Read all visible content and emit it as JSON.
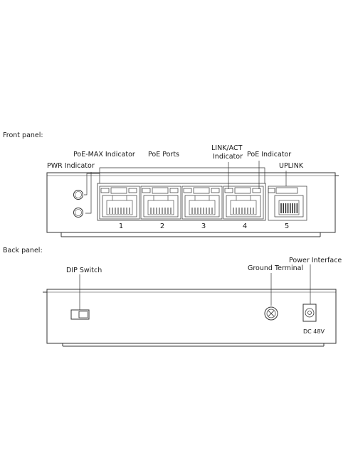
{
  "front_panel": {
    "title": "Front panel:",
    "labels": {
      "pwr_indicator": "PWR Indicator",
      "poe_max_indicator": "PoE-MAX Indicator",
      "poe_ports": "PoE Ports",
      "link_act_line1": "LINK/ACT",
      "link_act_line2": "Indicator",
      "poe_indicator": "PoE Indicator",
      "uplink": "UPLINK"
    },
    "ports": [
      {
        "number": "1"
      },
      {
        "number": "2"
      },
      {
        "number": "3"
      },
      {
        "number": "4"
      },
      {
        "number": "5"
      }
    ]
  },
  "back_panel": {
    "title": "Back panel:",
    "labels": {
      "dip_switch": "DIP Switch",
      "ground_terminal": "Ground Terminal",
      "power_interface": "Power Interface",
      "dc_rating": "DC 48V"
    }
  },
  "colors": {
    "line": "#333333",
    "panel_fill": "#ffffff"
  }
}
